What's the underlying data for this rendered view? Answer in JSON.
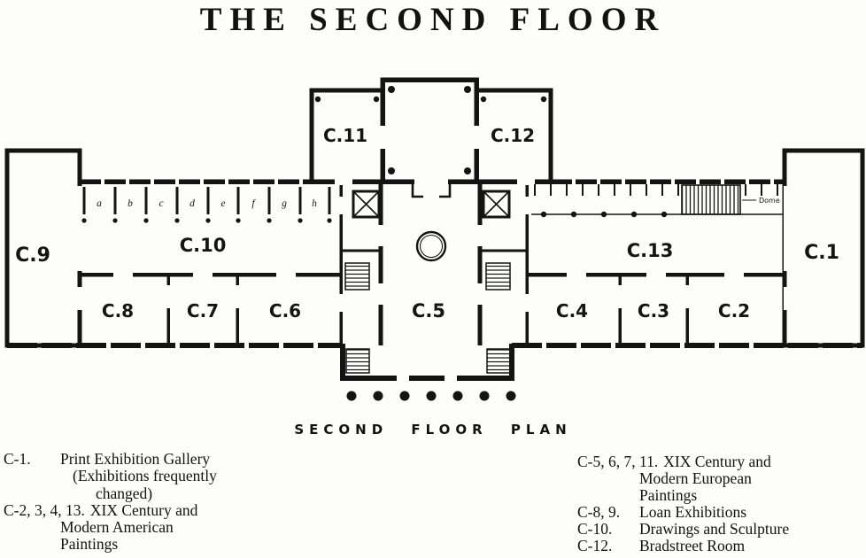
{
  "page": {
    "title": "THE SECOND FLOOR",
    "plan_caption": "SECOND FLOOR PLAN"
  },
  "plan": {
    "rooms": {
      "c1": "C.1",
      "c2": "C.2",
      "c3": "C.3",
      "c4": "C.4",
      "c5": "C.5",
      "c6": "C.6",
      "c7": "C.7",
      "c8": "C.8",
      "c9": "C.9",
      "c10": "C.10",
      "c11": "C.11",
      "c12": "C.12",
      "c13": "C.13"
    },
    "alcoves": [
      "a",
      "b",
      "c",
      "d",
      "e",
      "f",
      "g",
      "h"
    ],
    "annotation": "Dome"
  },
  "legend": {
    "left": [
      {
        "code": "C-1.",
        "line1": "Print Exhibition Gallery",
        "line2": "(Exhibitions frequently",
        "line3": "changed)"
      },
      {
        "code": "C-2, 3, 4, 13.",
        "line1": "XIX Century and",
        "line2": "Modern American",
        "line3": "Paintings"
      }
    ],
    "right": [
      {
        "code": "C-5, 6, 7, 11.",
        "line1": "XIX Century and",
        "line2": "Modern European",
        "line3": "Paintings"
      },
      {
        "code": "C-8, 9.",
        "line1": "Loan Exhibitions"
      },
      {
        "code": "C-10.",
        "line1": "Drawings and Sculpture"
      },
      {
        "code": "C-12.",
        "line1": "Bradstreet Room"
      }
    ]
  }
}
